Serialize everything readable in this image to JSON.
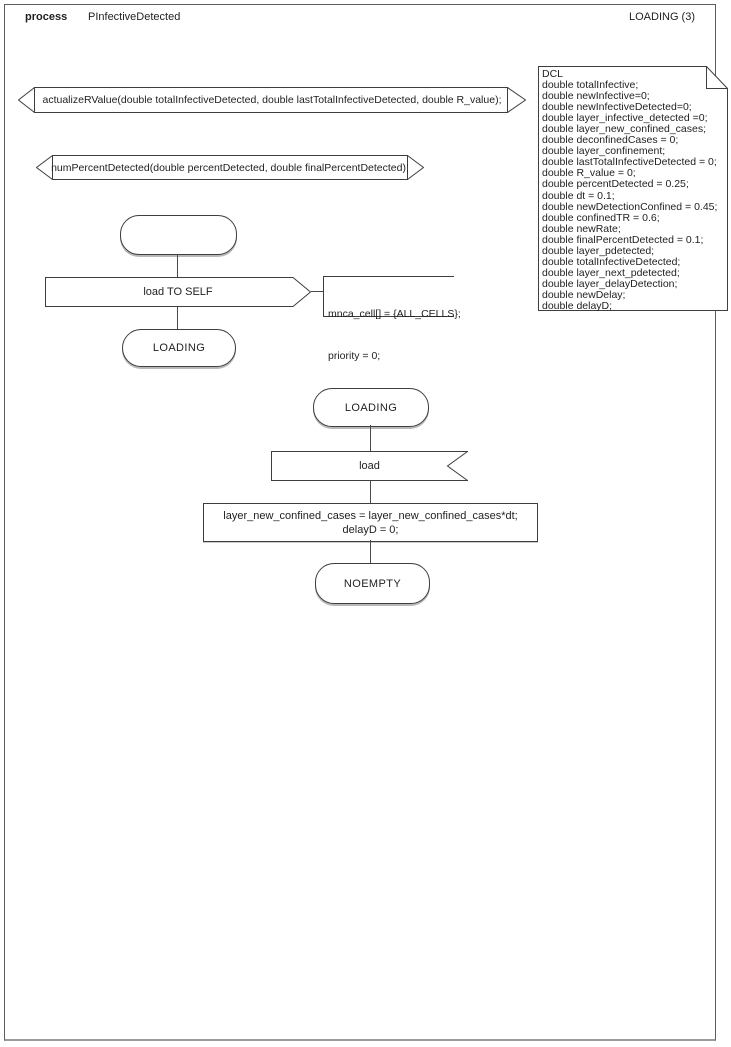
{
  "page": {
    "kind_label": "process",
    "process_name": "PInfectiveDetected",
    "page_state_label": "LOADING (3)"
  },
  "procedures": {
    "actualize_r_value": "actualizeRValue(double totalInfectiveDetected, double lastTotalInfectiveDetected, double R_value);",
    "num_percent_detected": "numPercentDetected(double percentDetected, double finalPercentDetected);"
  },
  "declarations": {
    "title": "DCL",
    "lines": [
      "double totalInfective;",
      "double newInfective=0;",
      "double newInfectiveDetected=0;",
      "double layer_infective_detected =0;",
      "double layer_new_confined_cases;",
      "double deconfinedCases = 0;",
      "double layer_confinement;",
      "double lastTotalInfectiveDetected = 0;",
      "double R_value = 0;",
      "double percentDetected = 0.25;",
      "double dt = 0.1;",
      "double newDetectionConfined = 0.45;",
      "double confinedTR = 0.6;",
      "double newRate;",
      "double finalPercentDetected = 0.1;",
      "double layer_pdetected;",
      "double totalInfectiveDetected;",
      "double layer_next_pdetected;",
      "double layer_delayDetection;",
      "double newDelay;",
      "double delayD;"
    ]
  },
  "flow_start": {
    "start_state_label": "",
    "output_label": "load TO SELF",
    "comment_line1": "mnca_cell[] = {ALL_CELLS};",
    "comment_line2": "priority = 0;",
    "next_state_label": "LOADING"
  },
  "flow_loading": {
    "state_label": "LOADING",
    "input_label": "load",
    "task_line1": "layer_new_confined_cases = layer_new_confined_cases*dt;",
    "task_line2": "delayD = 0;",
    "next_state_label": "NOEMPTY"
  },
  "colors": {
    "ink": "#1f1f1f",
    "shape_stroke": "#3e3e3e",
    "connector": "#4a4a4a",
    "page_shadow": "#9b9b9b"
  }
}
